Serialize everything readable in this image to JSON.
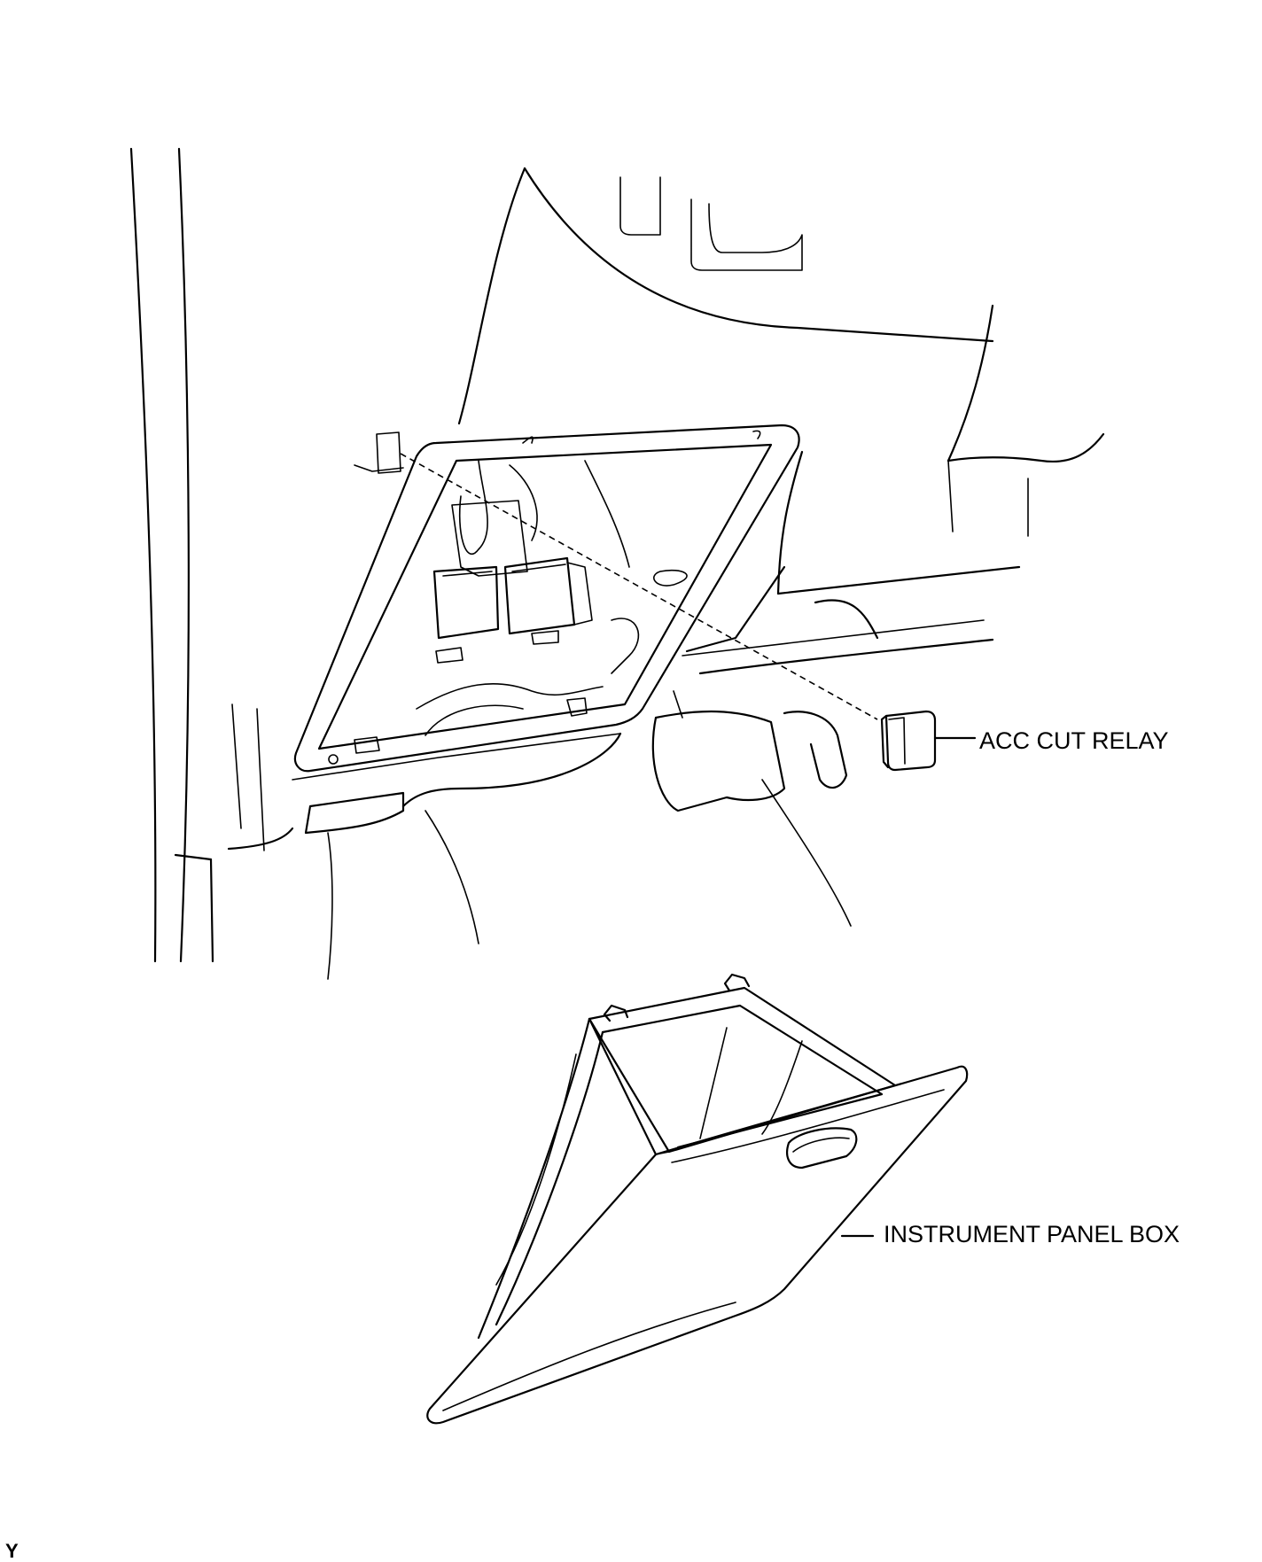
{
  "labels": {
    "acc_cut_relay": "ACC CUT RELAY",
    "instrument_panel_box": "INSTRUMENT PANEL BOX"
  },
  "corner_mark": "Y",
  "colors": {
    "line": "#000000",
    "background": "#ffffff"
  }
}
